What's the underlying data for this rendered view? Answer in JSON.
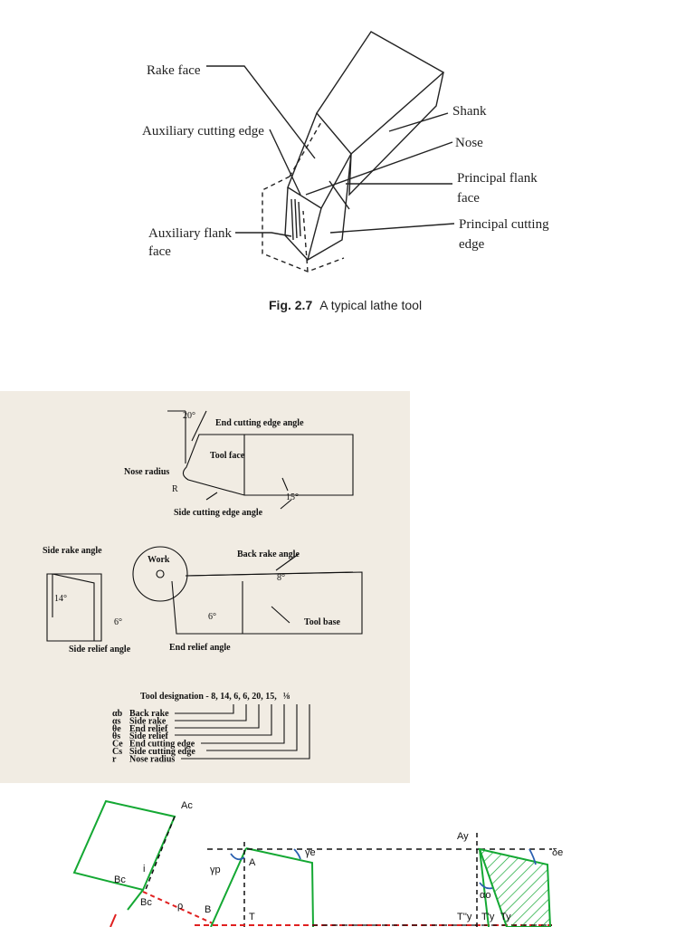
{
  "fig1": {
    "labels": {
      "rake_face": "Rake face",
      "auxiliary_cutting_edge": "Auxiliary cutting edge",
      "auxiliary_flank_face_1": "Auxiliary flank",
      "auxiliary_flank_face_2": "face",
      "shank": "Shank",
      "nose": "Nose",
      "principal_flank_face_1": "Principal flank",
      "principal_flank_face_2": "face",
      "principal_cutting_edge_1": "Principal cutting",
      "principal_cutting_edge_2": "edge"
    },
    "caption_number": "Fig. 2.7",
    "caption_text": "A typical lathe tool"
  },
  "fig2": {
    "top": {
      "angle_20": "20°",
      "end_cutting_edge_angle": "End cutting edge angle",
      "tool_face": "Tool face",
      "nose_radius": "Nose radius",
      "nose_r": "R",
      "angle_15": "15°",
      "side_cutting_edge_angle": "Side cutting edge angle"
    },
    "side": {
      "side_rake_angle": "Side rake angle",
      "angle_14": "14°",
      "angle_6a": "6°",
      "side_relief_angle": "Side relief angle"
    },
    "front": {
      "work": "Work",
      "back_rake_angle": "Back rake angle",
      "angle_8": "8°",
      "angle_6b": "6°",
      "tool_base": "Tool base",
      "end_relief_angle": "End relief angle"
    },
    "designation": {
      "title": "Tool designation - 8, 14, 6, 6, 20, 15,",
      "fraction": "⅛",
      "legend": [
        {
          "sym": "αb",
          "text": "Back rake"
        },
        {
          "sym": "αs",
          "text": "Side rake"
        },
        {
          "sym": "θe",
          "text": "End relief"
        },
        {
          "sym": "θs",
          "text": "Side relief"
        },
        {
          "sym": "Ce",
          "text": "End cutting edge"
        },
        {
          "sym": "Cs",
          "text": "Side cutting edge"
        },
        {
          "sym": "r",
          "text": "Nose radius"
        }
      ]
    }
  },
  "fig3": {
    "labels": {
      "ac": "Ac",
      "bc": "Bc",
      "bc2": "Bc",
      "i": "i",
      "b": "B",
      "rho": "ρ",
      "a": "A",
      "t": "T",
      "gamma_p": "γp",
      "gamma_e": "γe",
      "a_y": "Ay",
      "delta_e": "δe",
      "alpha_o": "αo",
      "t_dd": "T''y",
      "t_d": "T'y",
      "t_y": "Ty"
    }
  },
  "colors": {
    "green": "#14a833",
    "red": "#e02020",
    "blue": "#2a5fb0",
    "paper": "#f1ece3"
  }
}
